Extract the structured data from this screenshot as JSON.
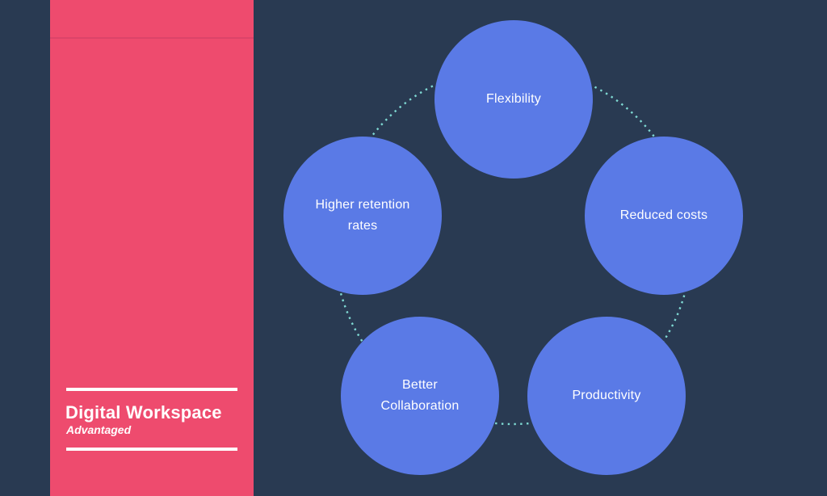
{
  "slide": {
    "panel": {
      "title": "Digital Workspace",
      "subtitle": "Advantaged"
    },
    "diagram": {
      "type": "cycle",
      "nodes": [
        {
          "id": "flexibility",
          "label": "Flexibility"
        },
        {
          "id": "higher-retention",
          "label": "Higher retention rates"
        },
        {
          "id": "reduced-costs",
          "label": "Reduced costs"
        },
        {
          "id": "better-collaboration",
          "label": "Better Collaboration"
        },
        {
          "id": "productivity",
          "label": "Productivity"
        }
      ],
      "connector_style": "dotted-ring"
    },
    "colors": {
      "background": "#293a52",
      "panel": "#ee4b6e",
      "panel_divider": "#d84368",
      "node": "#5a7ae6",
      "connector_dots": "#7fd9d3",
      "text": "#ffffff"
    }
  }
}
